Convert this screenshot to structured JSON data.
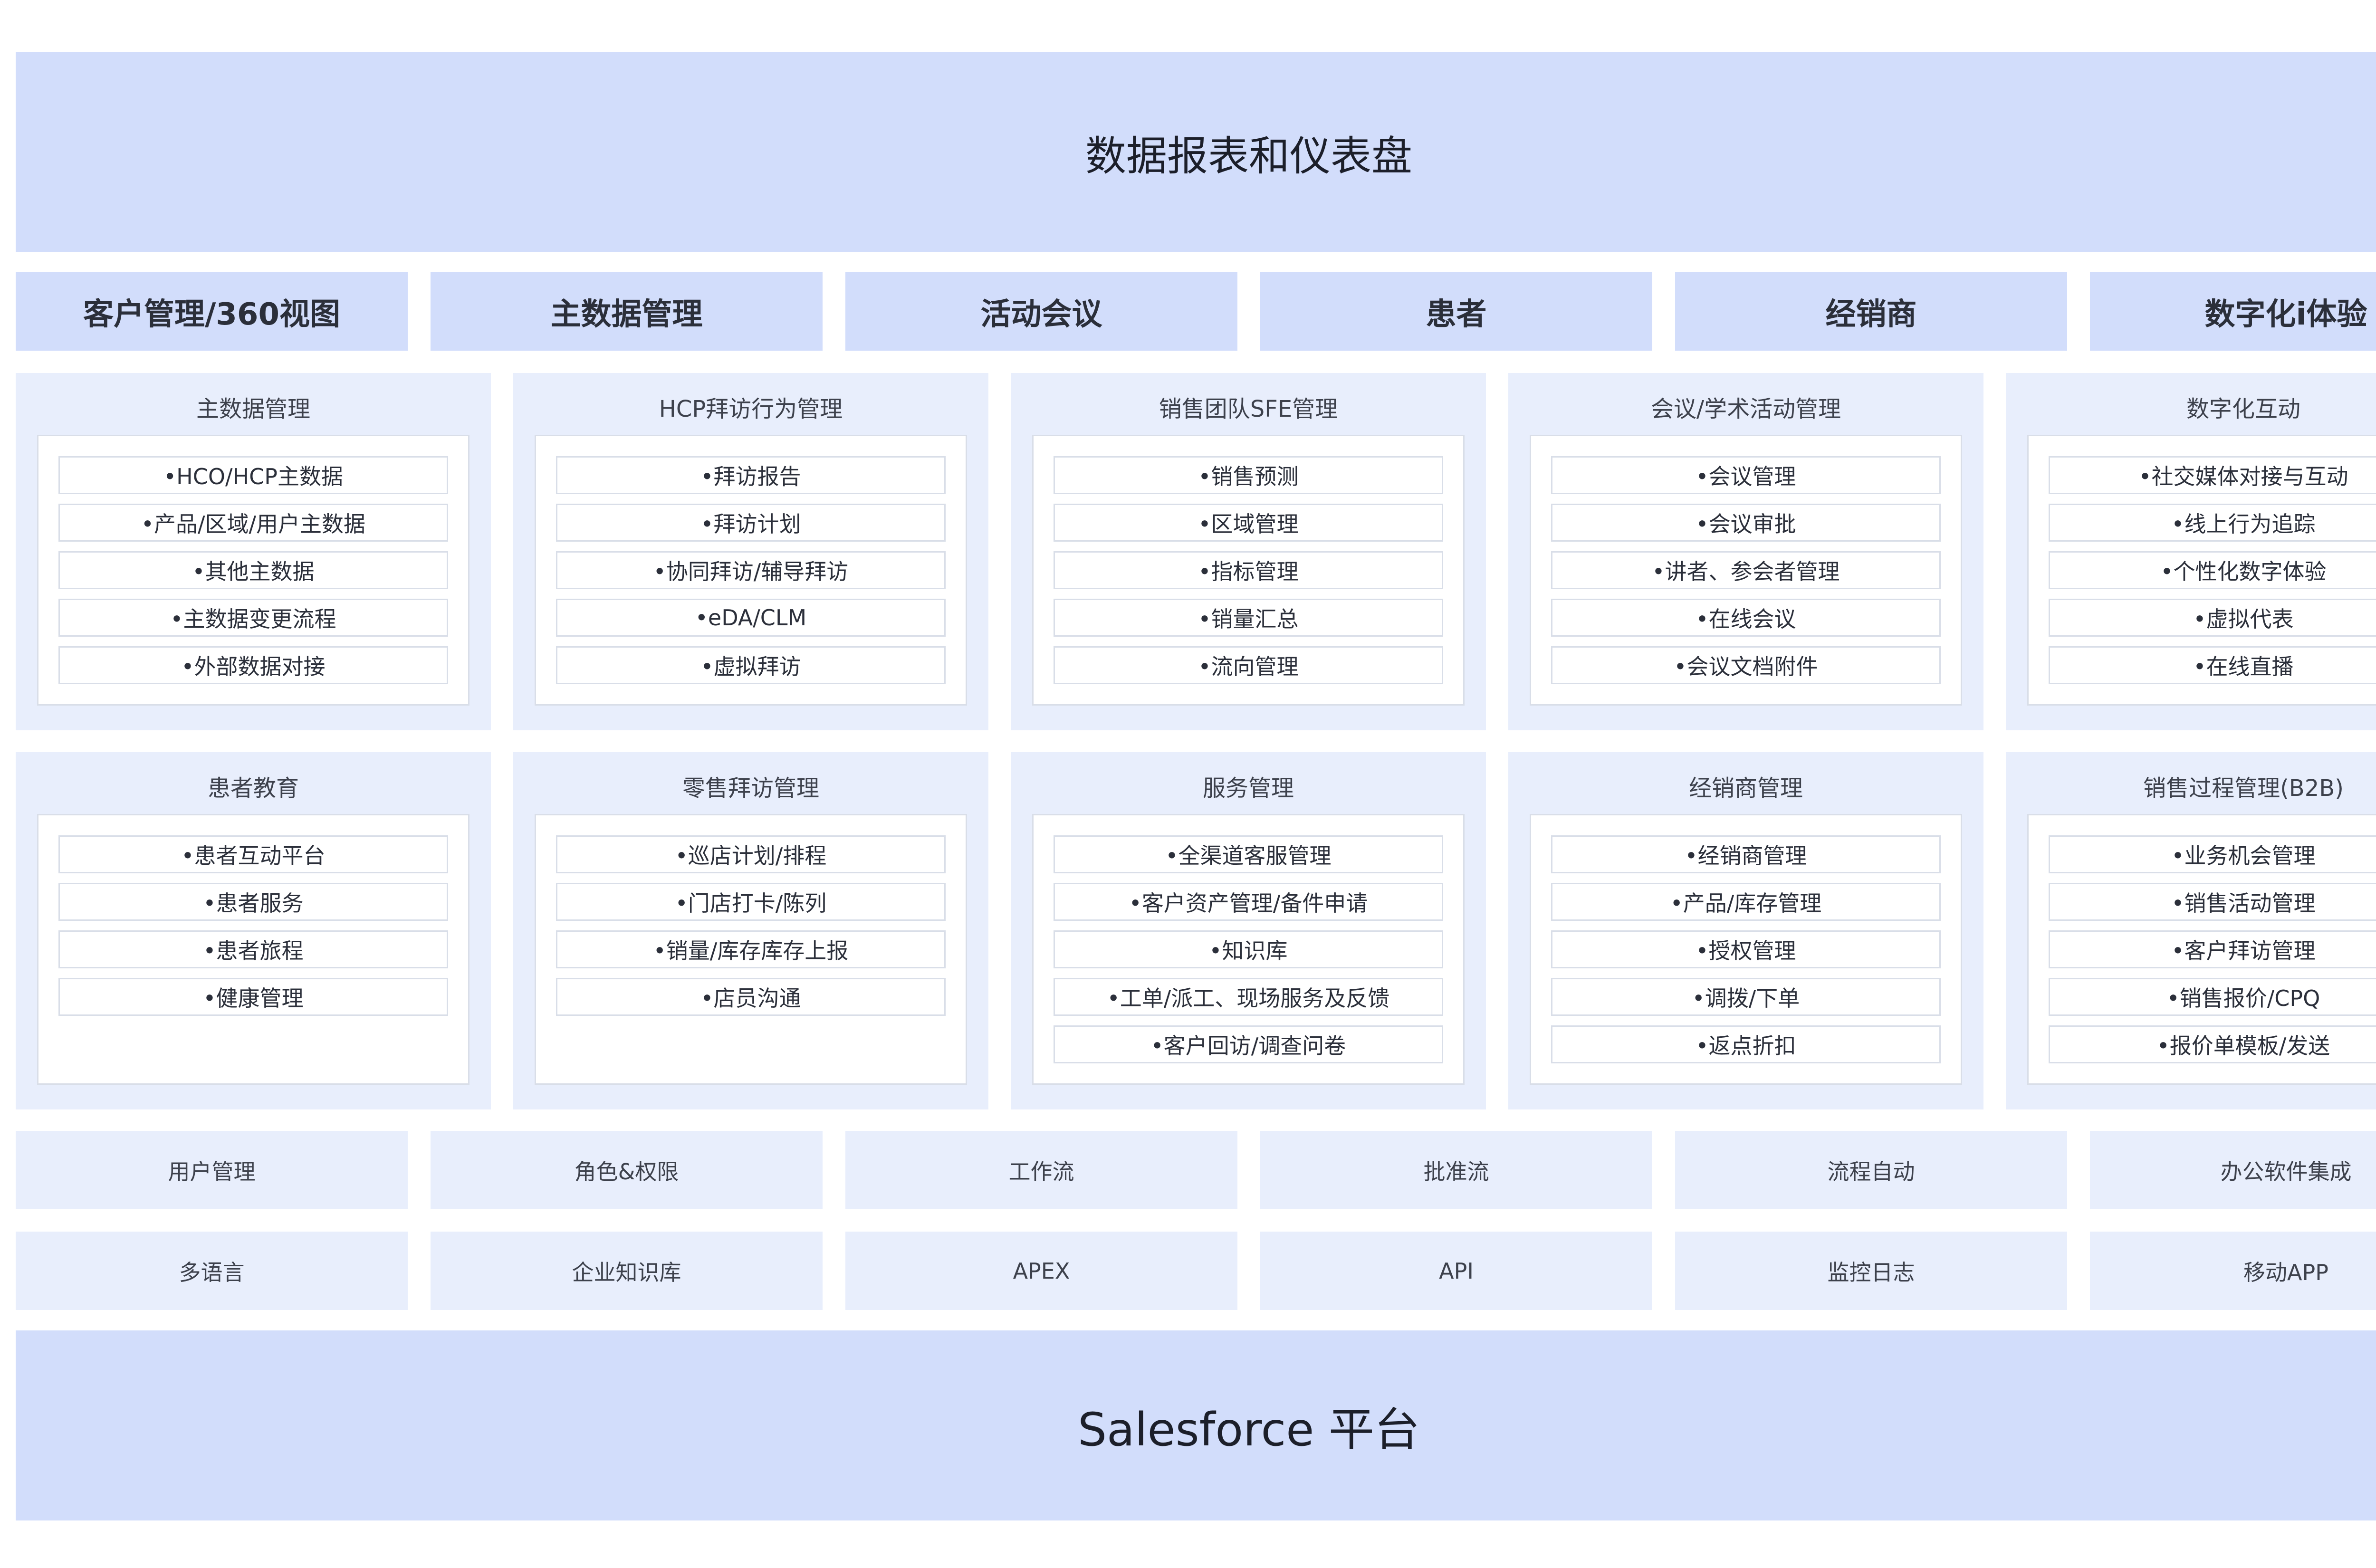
{
  "header": {
    "title": "数据报表和仪表盘"
  },
  "categories": [
    "客户管理/360视图",
    "主数据管理",
    "活动会议",
    "患者",
    "经销商",
    "数字化i体验"
  ],
  "modules_row1": [
    {
      "title": "主数据管理",
      "items": [
        "•HCO/HCP主数据",
        "•产品/区域/用户主数据",
        "•其他主数据",
        "•主数据变更流程",
        "•外部数据对接"
      ]
    },
    {
      "title": "HCP拜访行为管理",
      "items": [
        "•拜访报告",
        "•拜访计划",
        "•协同拜访/辅导拜访",
        "•eDA/CLM",
        "•虚拟拜访"
      ]
    },
    {
      "title": "销售团队SFE管理",
      "items": [
        "•销售预测",
        "•区域管理",
        "•指标管理",
        "•销量汇总",
        "•流向管理"
      ]
    },
    {
      "title": "会议/学术活动管理",
      "items": [
        "•会议管理",
        "•会议审批",
        "•讲者、参会者管理",
        "•在线会议",
        "•会议文档附件"
      ]
    },
    {
      "title": "数字化互动",
      "items": [
        "•社交媒体对接与互动",
        "•线上行为追踪",
        "•个性化数字体验",
        "•虚拟代表",
        "•在线直播"
      ]
    }
  ],
  "modules_row2": [
    {
      "title": "患者教育",
      "items": [
        "•患者互动平台",
        "•患者服务",
        "•患者旅程",
        "•健康管理"
      ]
    },
    {
      "title": "零售拜访管理",
      "items": [
        "•巡店计划/排程",
        "•门店打卡/陈列",
        "•销量/库存库存上报",
        "•店员沟通"
      ]
    },
    {
      "title": "服务管理",
      "items": [
        "•全渠道客服管理",
        "•客户资产管理/备件申请",
        "•知识库",
        "•工单/派工、现场服务及反馈",
        "•客户回访/调查问卷"
      ]
    },
    {
      "title": "经销商管理",
      "items": [
        "•经销商管理",
        "•产品/库存管理",
        "•授权管理",
        "•调拨/下单",
        "•返点折扣"
      ]
    },
    {
      "title": "销售过程管理(B2B)",
      "items": [
        "•业务机会管理",
        "•销售活动管理",
        "•客户拜访管理",
        "•销售报价/CPQ",
        "•报价单模板/发送"
      ]
    }
  ],
  "capabilities_row1": [
    "用户管理",
    "角色&权限",
    "工作流",
    "批准流",
    "流程自动",
    "办公软件集成"
  ],
  "capabilities_row2": [
    "多语言",
    "企业知识库",
    "APEX",
    "API",
    "监控日志",
    "移动APP"
  ],
  "footer": {
    "title": "Salesforce 平台"
  }
}
